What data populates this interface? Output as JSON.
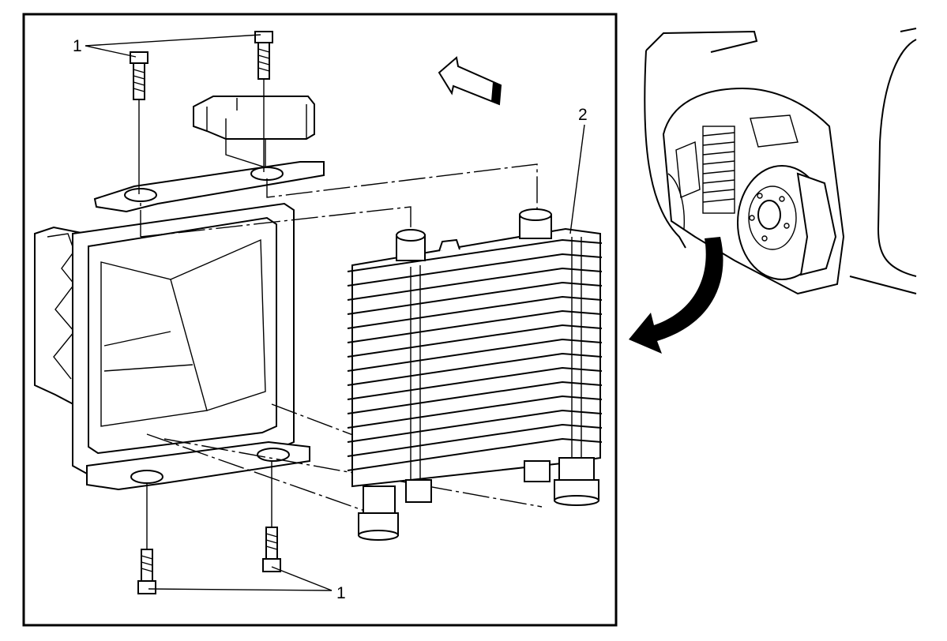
{
  "callouts": {
    "fasteners_top": "1",
    "cooler": "2",
    "fasteners_bottom": "1"
  },
  "colors": {
    "line": "#000000",
    "background": "#ffffff"
  }
}
